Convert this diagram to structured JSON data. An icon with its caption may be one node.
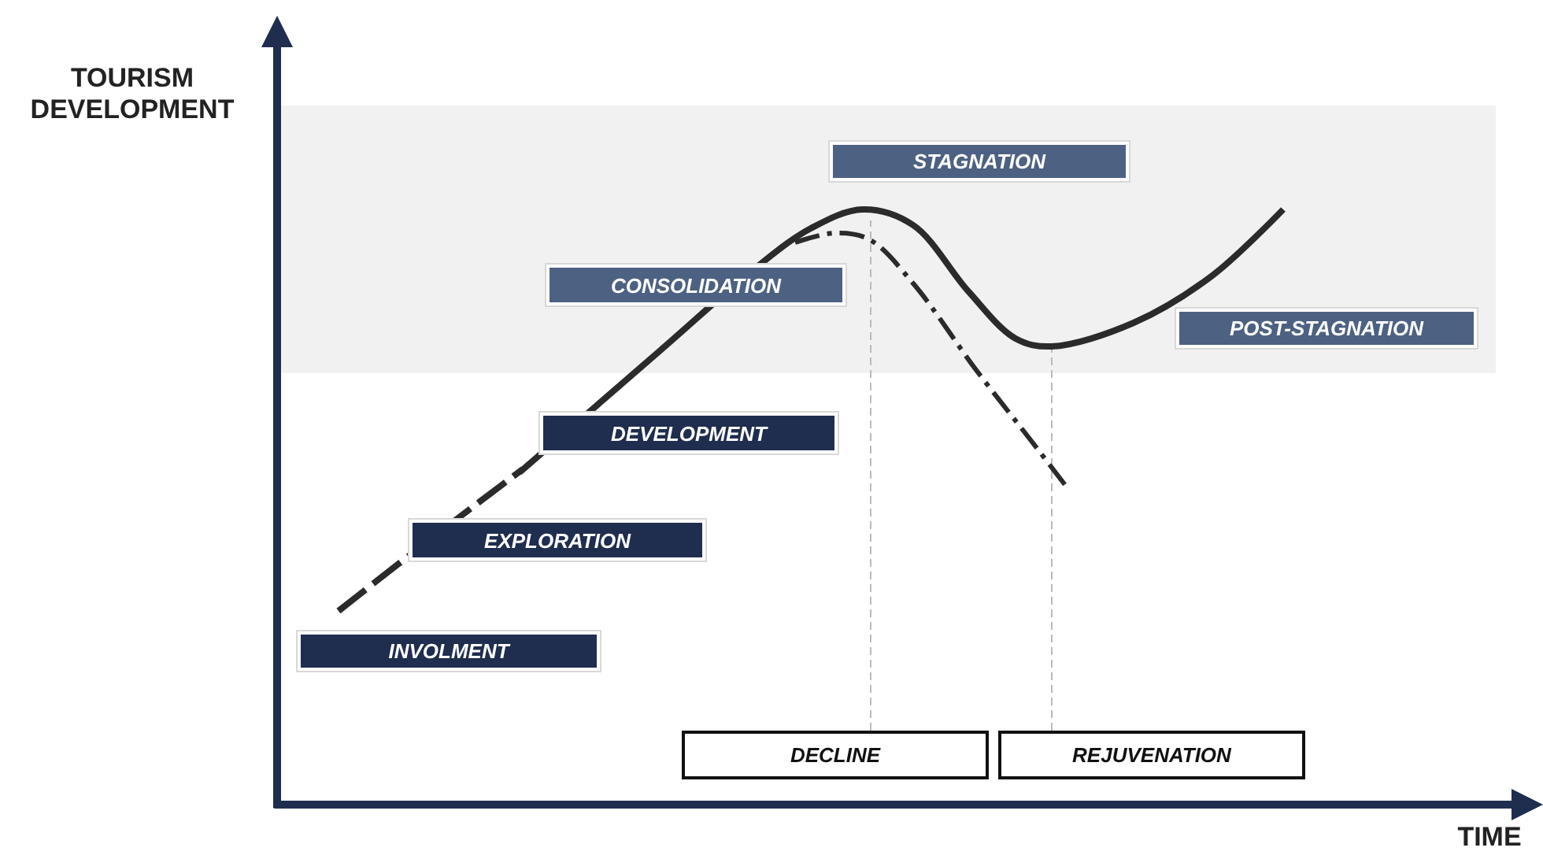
{
  "diagram": {
    "nodes": [
      {
        "text": [
          "STAGNATION"
        ]
      },
      {
        "text": [
          "CONSOLIDATION"
        ]
      },
      {
        "text": [
          "POST-STAGNATION"
        ]
      },
      {
        "text": [
          "DEVELOPMENT"
        ]
      },
      {
        "text": [
          "EXPLORATION"
        ]
      },
      {
        "text": [
          "INVOLMENT"
        ]
      },
      {
        "text": [
          "DECLINE"
        ]
      },
      {
        "text": [
          "REJUVENATION"
        ]
      }
    ],
    "edges": [
      {
        "from": 6,
        "to": null,
        "arrow": "none",
        "style": "dashed"
      },
      {
        "from": 7,
        "to": null,
        "arrow": "none",
        "style": "dashed"
      }
    ],
    "labels": [
      "TOURISM DEVELOPMENT",
      "TIME"
    ]
  }
}
